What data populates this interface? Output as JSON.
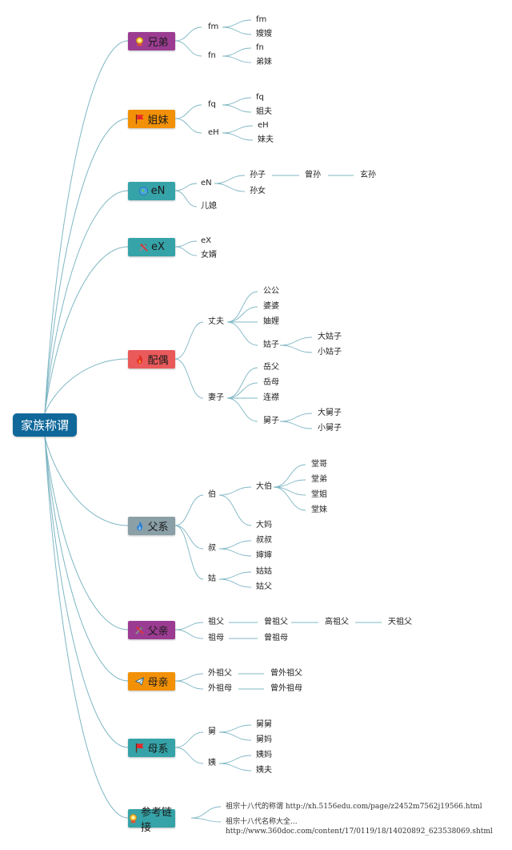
{
  "root": {
    "label": "家族称谓",
    "color": "#10689a"
  },
  "colors": {
    "line": "#7fb7c4",
    "purple": "#9b3c92",
    "orange": "#f29107",
    "teal": "#36a3a8",
    "red": "#ea5a5b",
    "gray": "#8a9fa6"
  },
  "categories": [
    {
      "key": "brothers",
      "label": "兄弟",
      "color": "#9b3c92",
      "icon": "medal-icon"
    },
    {
      "key": "sisters",
      "label": "姐妹",
      "color": "#f29107",
      "icon": "flag-icon"
    },
    {
      "key": "en",
      "label": "eN",
      "color": "#36a3a8",
      "icon": "globe-icon"
    },
    {
      "key": "ex",
      "label": "eX",
      "color": "#36a3a8",
      "icon": "tools-icon"
    },
    {
      "key": "spouse",
      "label": "配偶",
      "color": "#ea5a5b",
      "icon": "flame-icon"
    },
    {
      "key": "paternal",
      "label": "父系",
      "color": "#8a9fa6",
      "icon": "flame-blue-icon"
    },
    {
      "key": "father",
      "label": "父亲",
      "color": "#9b3c92",
      "icon": "tools-icon"
    },
    {
      "key": "mother",
      "label": "母亲",
      "color": "#f29107",
      "icon": "plane-icon"
    },
    {
      "key": "maternal",
      "label": "母系",
      "color": "#36a3a8",
      "icon": "flag-icon"
    },
    {
      "key": "refs",
      "label": "参考链接",
      "color": "#36a3a8",
      "icon": "medal-icon"
    }
  ],
  "nodes": {
    "brothers": {
      "fm": "fm",
      "fm2": "fm",
      "sister_in_law": "嫂嫂",
      "fn": "fn",
      "fn2": "fn",
      "brother_wife": "弟妹"
    },
    "sisters": {
      "fq": "fq",
      "fq2": "fq",
      "brother_in_law": "姐夫",
      "eh": "eH",
      "eh2": "eH",
      "sister_husband": "妹夫"
    },
    "en": {
      "en": "eN",
      "grandson": "孙子",
      "great_grandson": "曾孙",
      "great_great_grandson": "玄孙",
      "granddaughter": "孙女",
      "daughter_in_law": "儿媳"
    },
    "ex": {
      "ex": "eX",
      "son_in_law": "女婿"
    },
    "spouse": {
      "husband": "丈夫",
      "gonggong": "公公",
      "popo": "婆婆",
      "zhouli": "妯娌",
      "guzi": "姑子",
      "da_guzi": "大姑子",
      "xiao_guzi": "小姑子",
      "wife": "妻子",
      "yuefu": "岳父",
      "yuemu": "岳母",
      "lianjin": "连襟",
      "jiuzi": "舅子",
      "da_jiuzi": "大舅子",
      "xiao_jiuzi": "小舅子"
    },
    "paternal": {
      "bo": "伯",
      "dabo": "大伯",
      "tangge": "堂哥",
      "tangdi": "堂弟",
      "tangjie": "堂姐",
      "tangmei": "堂妹",
      "dama": "大妈",
      "shu": "叔",
      "shushu": "叔叔",
      "shenshen": "婶婶",
      "gu": "姑",
      "gugu": "姑姑",
      "gufu": "姑父"
    },
    "father": {
      "zufu": "祖父",
      "zengzufu": "曾祖父",
      "gaozufu": "高祖父",
      "tianzufu": "天祖父",
      "zumu": "祖母",
      "zengzumu": "曾祖母"
    },
    "mother": {
      "waizufu": "外祖父",
      "zengwaizufu": "曾外祖父",
      "waizumu": "外祖母",
      "zengwaizumu": "曾外祖母"
    },
    "maternal": {
      "jiu": "舅",
      "jiujiu": "舅舅",
      "jiuma": "舅妈",
      "yi": "姨",
      "yima": "姨妈",
      "yifu": "姨夫"
    },
    "refs": {
      "ref1": "祖宗十八代的称谓 http://xh.5156edu.com/page/z2452m7562j19566.html",
      "ref2a": "祖宗十八代名称大全...",
      "ref2b": "http://www.360doc.com/content/17/0119/18/14020892_623538069.shtml"
    }
  }
}
